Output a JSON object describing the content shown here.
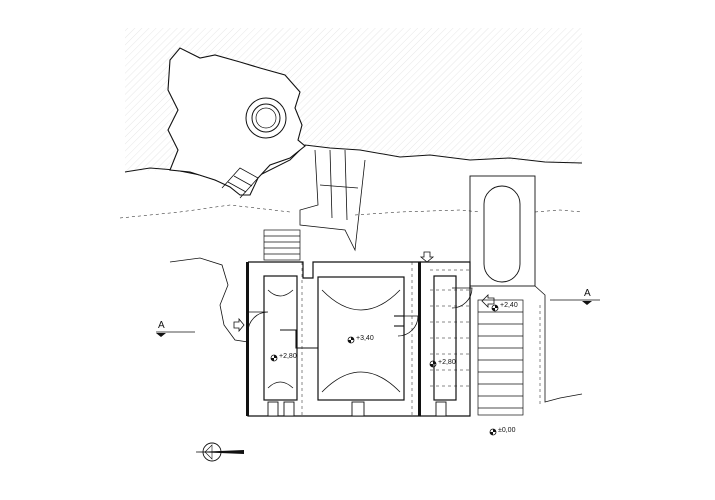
{
  "drawing": {
    "section_marker_left": "A",
    "section_marker_right": "A",
    "levels": {
      "left_room": "+2,80",
      "center_room": "+3,40",
      "right_room": "+2,80",
      "stair_top": "+2,40",
      "ground": "±0,00"
    },
    "symbols": {
      "north_arrow": "north-arrow-icon",
      "entry_arrow": "entry-arrow-icon",
      "level_marker": "level-marker-icon"
    },
    "colors": {
      "line": "#111111",
      "hatch": "#e6e6e6",
      "background": "#ffffff"
    }
  }
}
